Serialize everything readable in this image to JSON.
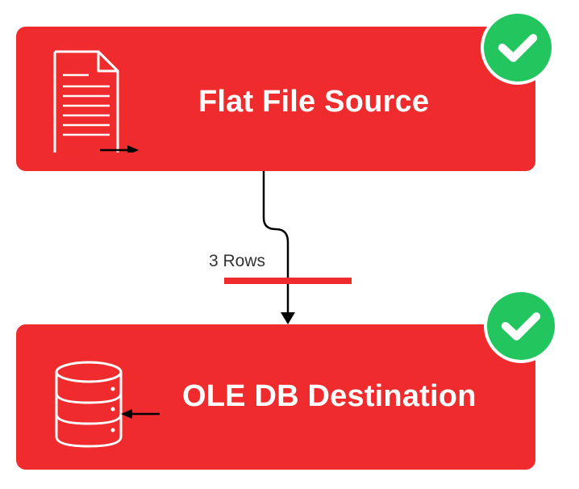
{
  "colors": {
    "node": "#ef2b2d",
    "check": "#22c55e",
    "path": "#000000",
    "path_marker": "#ef2b2d"
  },
  "source": {
    "label": "Flat File Source",
    "icon": "flat-file-icon",
    "status_icon": "success-check-icon"
  },
  "path": {
    "row_count": "3 Rows"
  },
  "destination": {
    "label": "OLE DB Destination",
    "icon": "database-icon",
    "status_icon": "success-check-icon"
  }
}
